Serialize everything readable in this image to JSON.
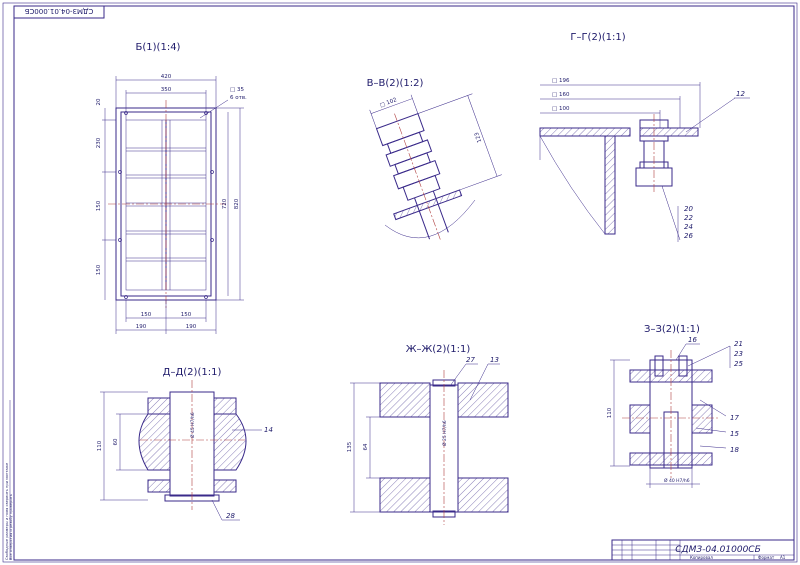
{
  "stamp": "СДМЗ-04.01.000СБ",
  "title_block": {
    "designation": "СДМЗ-04.01000СБ",
    "format_label": "Формат",
    "format_value": "А1",
    "copied_label": "Копировал"
  },
  "side_text": {
    "line1": "Свободные размеры и поля сверлить при монтаже",
    "line2": "Все отверстия и резьбу проверить"
  },
  "views": {
    "b": {
      "title": "Б(1)(1:4)",
      "dims": {
        "w420": "420",
        "w350": "350",
        "h820": "820",
        "h720": "720",
        "d35": "□ 35",
        "sixholes": "6 отв.",
        "l20": "20",
        "l230": "230",
        "l150a": "150",
        "l150b": "150",
        "b150a": "150",
        "b150b": "150",
        "b190a": "190",
        "b190b": "190"
      }
    },
    "v": {
      "title": "В–В(2)(1:2)",
      "dims": {
        "d102": "□ 102",
        "l123": "123"
      }
    },
    "g": {
      "title": "Г–Г(2)(1:1)",
      "dims": {
        "d196": "□ 196",
        "d160": "□ 160",
        "d100": "□ 100"
      },
      "callouts": [
        "12",
        "20",
        "22",
        "24",
        "26"
      ]
    },
    "d": {
      "title": "Д–Д(2)(1:1)",
      "dims": {
        "h110": "110",
        "h60": "60",
        "fit": "Ø 45 H7/h6"
      },
      "callouts": [
        "14",
        "28"
      ]
    },
    "zh": {
      "title": "Ж–Ж(2)(1:1)",
      "dims": {
        "h135": "135",
        "h64": "64",
        "fit": "Ø 25 H7/h6"
      },
      "callouts": [
        "27",
        "13"
      ]
    },
    "z": {
      "title": "З–З(2)(1:1)",
      "dims": {
        "h110": "110",
        "fit": "Ø 40 H7/h6"
      },
      "callouts": [
        "16",
        "21",
        "23",
        "25",
        "17",
        "15",
        "18"
      ]
    }
  }
}
